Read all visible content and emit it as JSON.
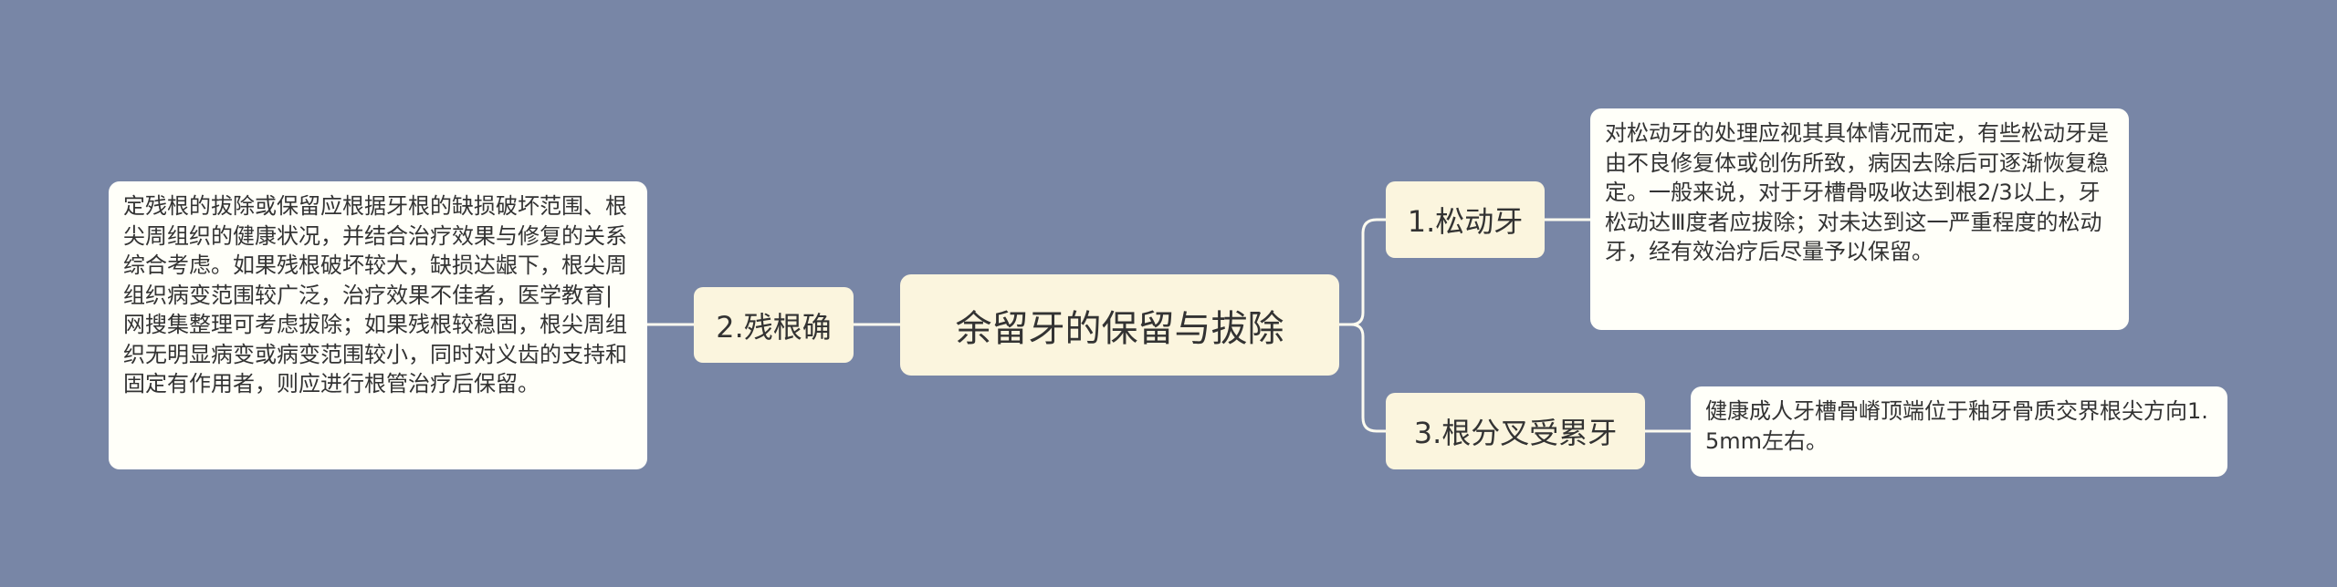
{
  "colors": {
    "background": "#7886a6",
    "topic_fill": "#fbf5de",
    "note_fill": "#fffff9",
    "line": "#fdfbf0",
    "text": "#333333"
  },
  "mindmap": {
    "root": {
      "label": "余留牙的保留与拔除"
    },
    "branches": [
      {
        "label": "1.松动牙",
        "note": "对松动牙的处理应视其具体情况而定，有些松动牙是由不良修复体或创伤所致，病因去除后可逐渐恢复稳定。一般来说，对于牙槽骨吸收达到根2/3以上，牙松动达Ⅲ度者应拔除；对未达到这一严重程度的松动牙，经有效治疗后尽量予以保留。"
      },
      {
        "label": "2.残根确",
        "note": "定残根的拔除或保留应根据牙根的缺损破坏范围、根尖周组织的健康状况，并结合治疗效果与修复的关系综合考虑。如果残根破坏较大，缺损达龈下，根尖周组织病变范围较广泛，治疗效果不佳者，医学教育|网搜集整理可考虑拔除；如果残根较稳固，根尖周组织无明显病变或病变范围较小，同时对义齿的支持和固定有作用者，则应进行根管治疗后保留。"
      },
      {
        "label": "3.根分叉受累牙",
        "note": "健康成人牙槽骨嵴顶端位于釉牙骨质交界根尖方向1.5mm左右。"
      }
    ]
  }
}
